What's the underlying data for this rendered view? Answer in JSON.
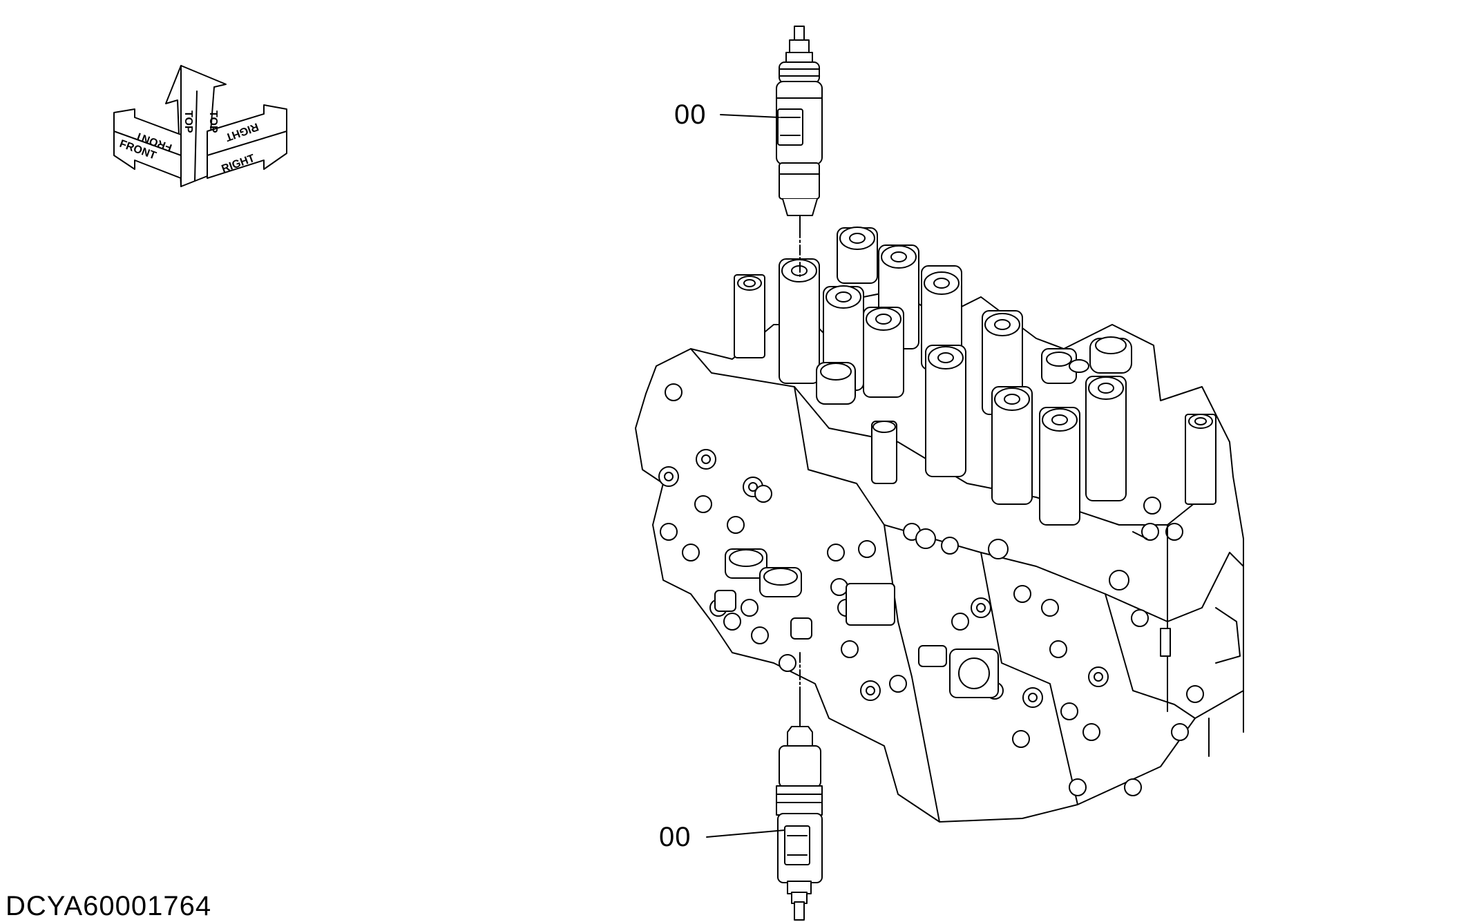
{
  "orientation_indicator": {
    "icon": "orientation-arrows-icon",
    "labels": {
      "top": "TOP",
      "front": "FRONT",
      "right": "RIGHT"
    }
  },
  "callouts": [
    {
      "label": "00",
      "part": "upper-solenoid-valve"
    },
    {
      "label": "00",
      "part": "lower-solenoid-valve"
    }
  ],
  "drawing_id": "DCYA60001764",
  "colors": {
    "line": "#000000",
    "background": "#ffffff"
  }
}
